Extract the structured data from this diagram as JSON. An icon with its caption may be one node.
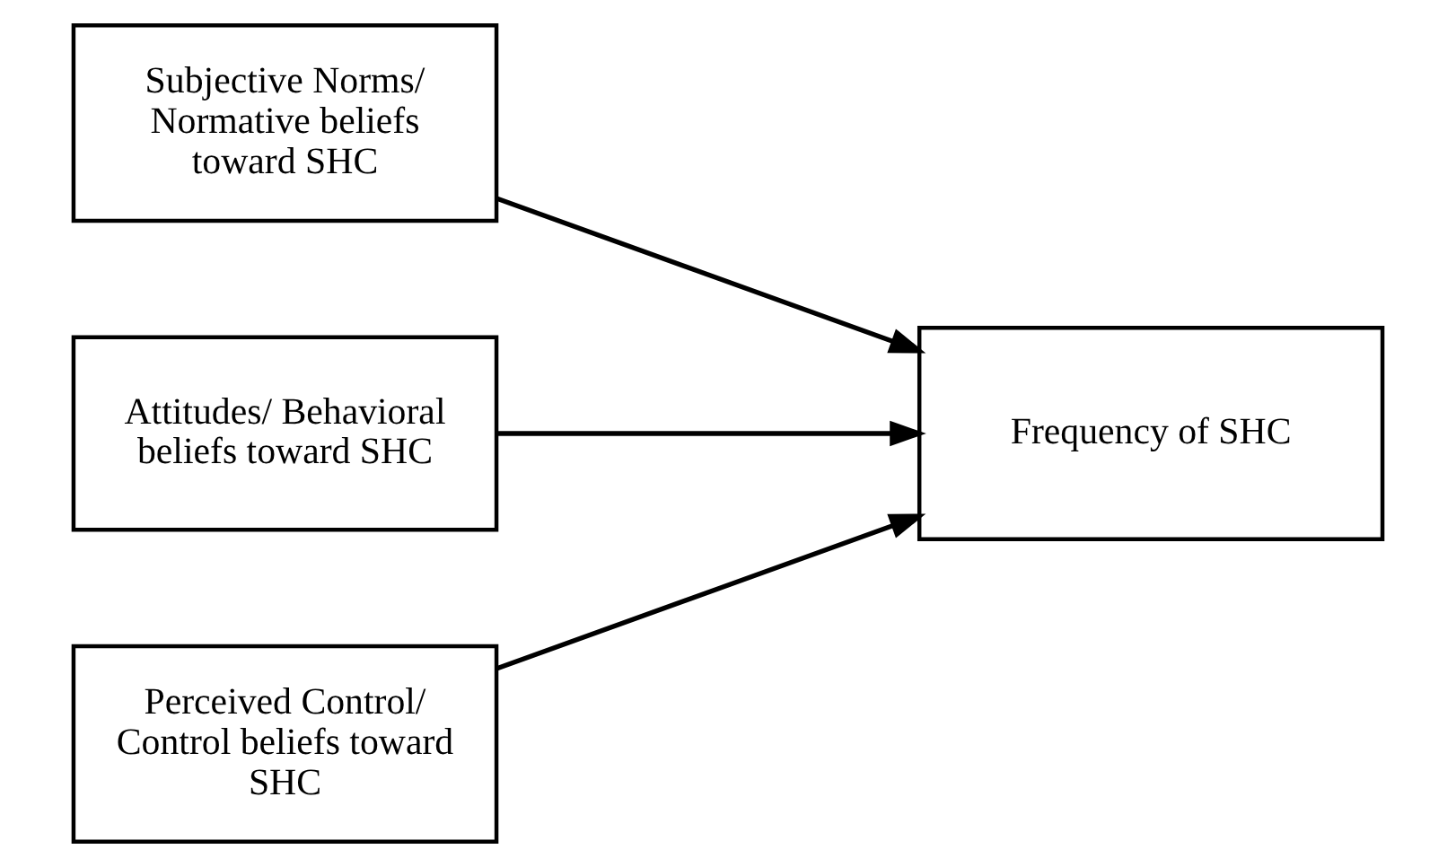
{
  "diagram": {
    "nodes": [
      {
        "text": [
          "Subjective Norms/ Normative beliefs toward SHC"
        ]
      },
      {
        "text": [
          "Attitudes/ Behavioral beliefs toward SHC"
        ]
      },
      {
        "text": [
          "Perceived Control/ Control beliefs toward SHC"
        ]
      },
      {
        "text": [
          "Frequency of SHC"
        ]
      }
    ],
    "edges": [
      {
        "from": 0,
        "to": 3,
        "arrow": "to"
      },
      {
        "from": 1,
        "to": 3,
        "arrow": "to"
      },
      {
        "from": 2,
        "to": 3,
        "arrow": "to"
      }
    ]
  }
}
